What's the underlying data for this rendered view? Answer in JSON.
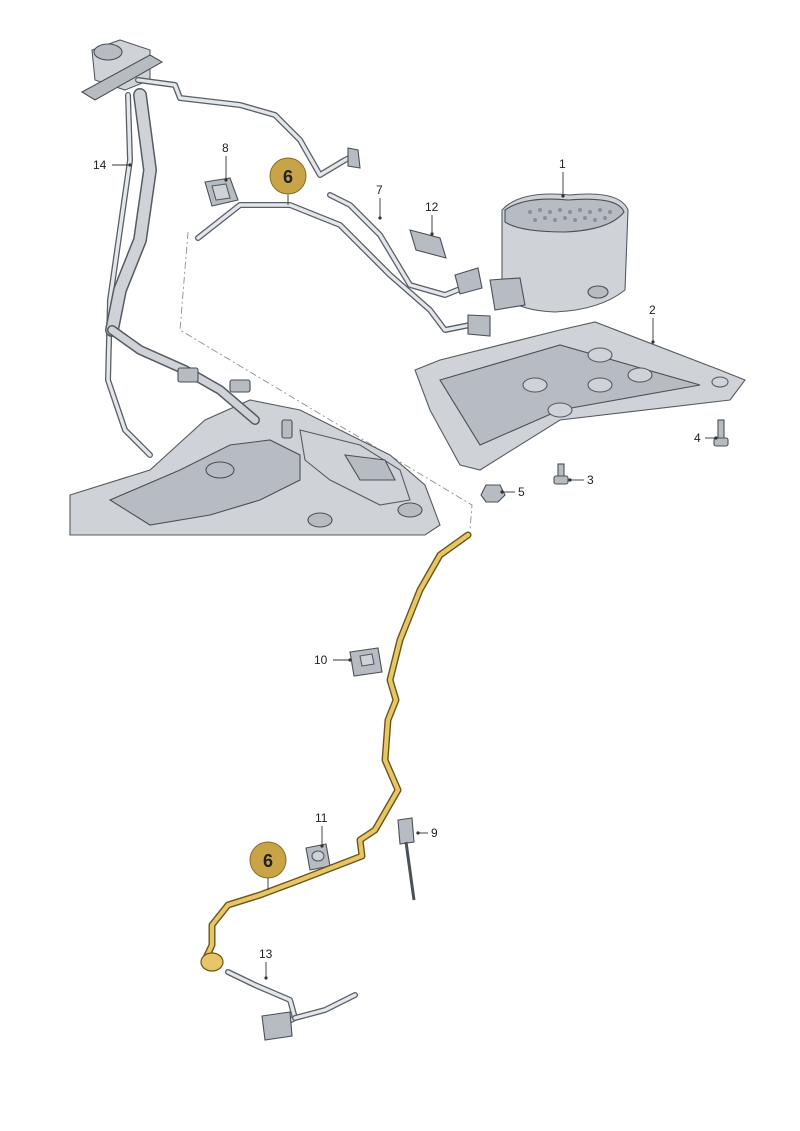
{
  "callouts": {
    "c1": "1",
    "c2": "2",
    "c3": "3",
    "c4": "4",
    "c5": "5",
    "c7": "7",
    "c8": "8",
    "c9": "9",
    "c10": "10",
    "c11": "11",
    "c12": "12",
    "c13": "13",
    "c14": "14"
  },
  "badges": {
    "top": "6",
    "bottom": "6"
  },
  "colors": {
    "highlight": "#e7c66a",
    "badge_fill": "#c9a347",
    "part_fill": "#cfd3d8"
  }
}
